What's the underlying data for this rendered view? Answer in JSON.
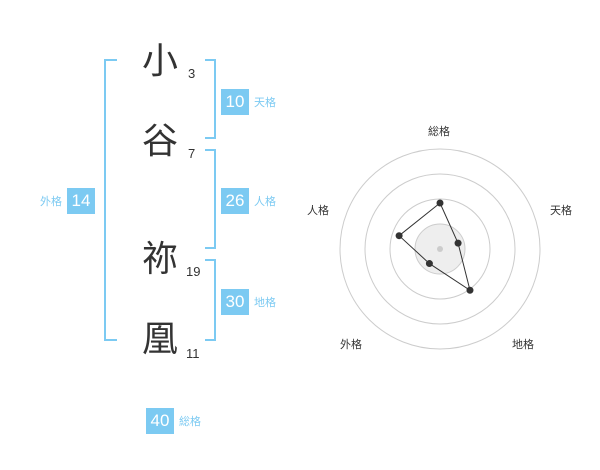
{
  "name": {
    "chars": [
      {
        "char": "小",
        "strokes": "3"
      },
      {
        "char": "谷",
        "strokes": "7"
      },
      {
        "char": "祢",
        "strokes": "19"
      },
      {
        "char": "凰",
        "strokes": "11"
      }
    ]
  },
  "scores": {
    "tenkaku": {
      "value": "10",
      "label": "天格"
    },
    "jinkaku": {
      "value": "26",
      "label": "人格"
    },
    "chikaku": {
      "value": "30",
      "label": "地格"
    },
    "gaikaku": {
      "value": "14",
      "label": "外格"
    },
    "soukaku": {
      "value": "40",
      "label": "総格"
    }
  },
  "chart_data": {
    "type": "radar",
    "axes": [
      "総格",
      "天格",
      "地格",
      "外格",
      "人格"
    ],
    "values": [
      0.46,
      0.19,
      0.51,
      0.18,
      0.43
    ],
    "rings": 4,
    "colors": {
      "accent": "#7ccaf2",
      "line": "#333333",
      "grid": "#cccccc",
      "center": "#eeeeee"
    }
  }
}
